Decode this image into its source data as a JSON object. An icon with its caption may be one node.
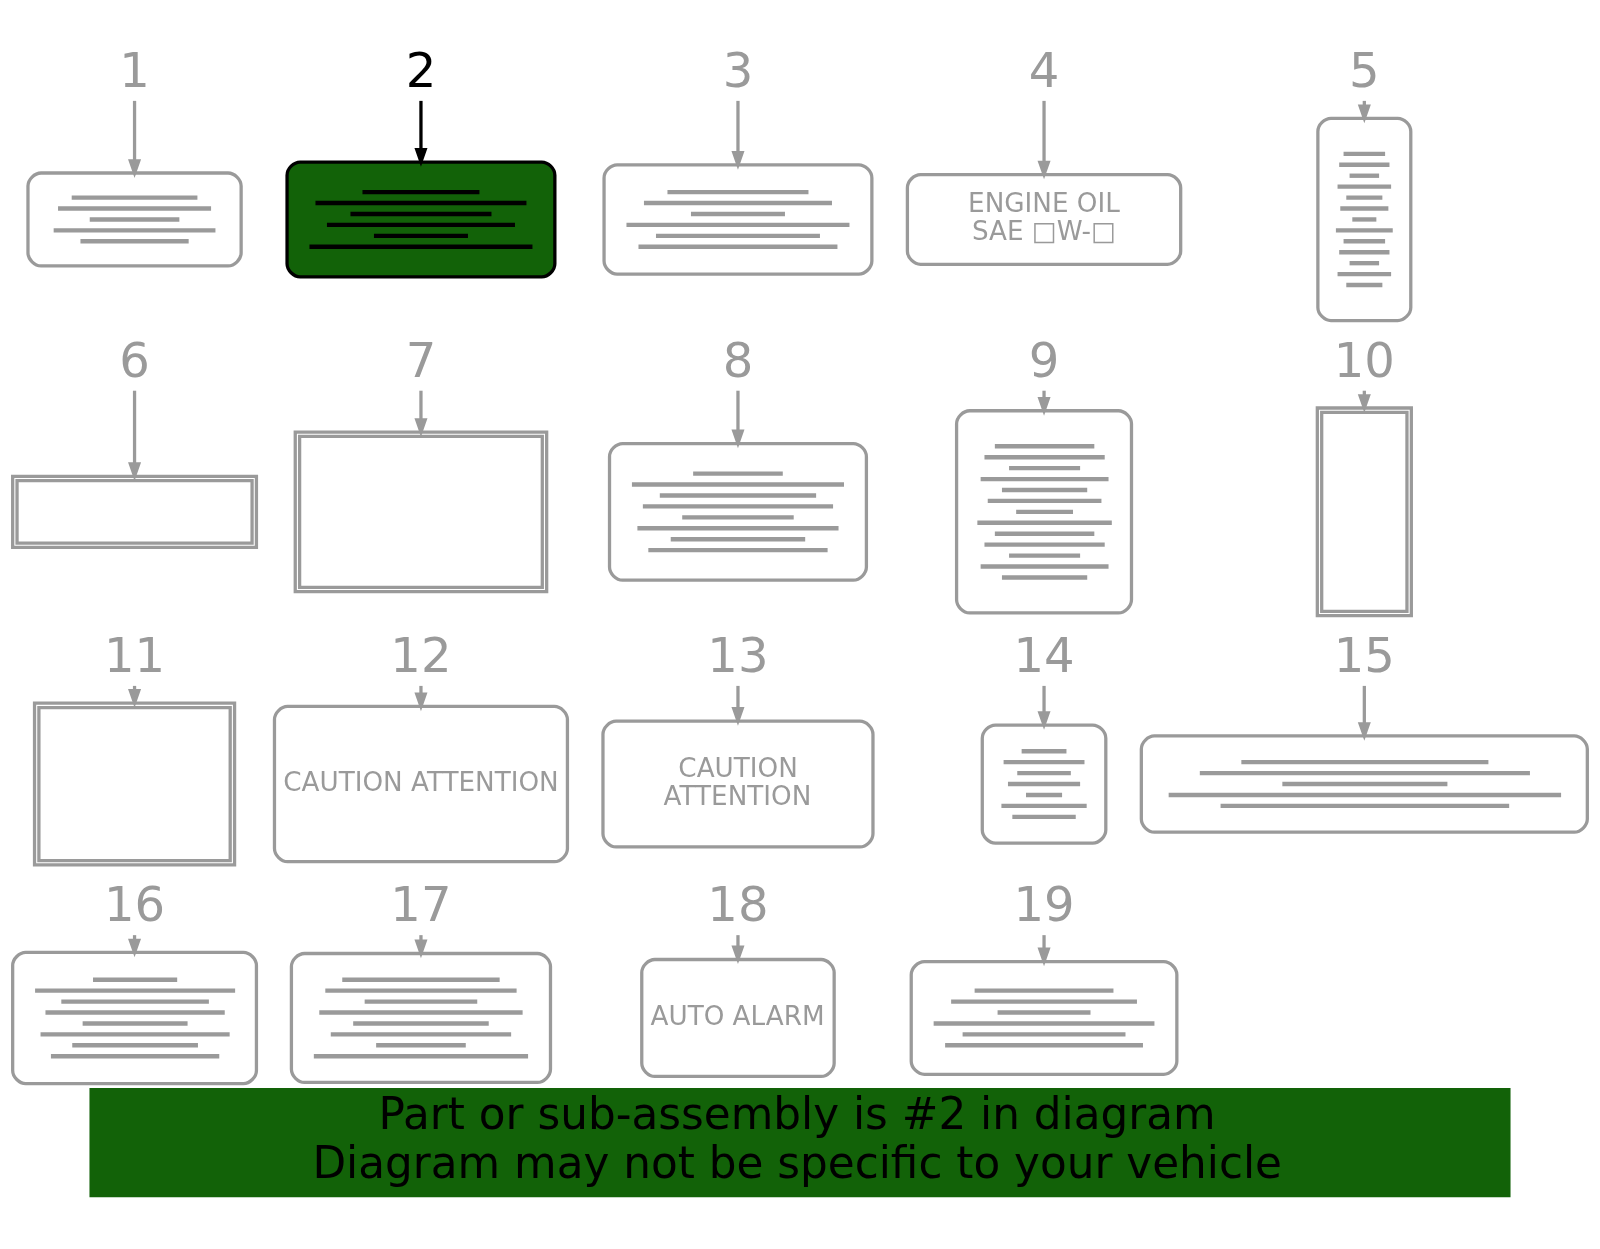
{
  "diagram": {
    "caption": "Part or sub-assembly is #2 in diagram Diagram may not be specific to your vehicle",
    "nodes": [
      {
        "text": [
          "1"
        ]
      },
      {
        "text": [],
        "shape": "picture"
      },
      {
        "text": [
          "2"
        ]
      },
      {
        "text": [],
        "shape": "picture"
      },
      {
        "text": [
          "3"
        ]
      },
      {
        "text": [],
        "shape": "picture"
      },
      {
        "text": [
          "4"
        ]
      },
      {
        "text": [
          "ENGINE OIL",
          "SAE □W-□"
        ]
      },
      {
        "text": [
          "5"
        ]
      },
      {
        "text": [],
        "shape": "picture"
      },
      {
        "text": [
          "6"
        ]
      },
      {
        "text": [],
        "shape": "box"
      },
      {
        "text": [
          "7"
        ]
      },
      {
        "text": [],
        "shape": "box"
      },
      {
        "text": [
          "8"
        ]
      },
      {
        "text": [],
        "shape": "picture"
      },
      {
        "text": [
          "9"
        ]
      },
      {
        "text": [],
        "shape": "picture"
      },
      {
        "text": [
          "10"
        ]
      },
      {
        "text": [],
        "shape": "box"
      },
      {
        "text": [
          "11"
        ]
      },
      {
        "text": [],
        "shape": "box"
      },
      {
        "text": [
          "12"
        ]
      },
      {
        "text": [
          "CAUTION ATTENTION"
        ]
      },
      {
        "text": [
          "13"
        ]
      },
      {
        "text": [
          "CAUTION",
          "ATTENTION"
        ]
      },
      {
        "text": [
          "14"
        ]
      },
      {
        "text": [],
        "shape": "picture"
      },
      {
        "text": [
          "15"
        ]
      },
      {
        "text": [],
        "shape": "picture"
      },
      {
        "text": [
          "16"
        ]
      },
      {
        "text": [],
        "shape": "picture"
      },
      {
        "text": [
          "17"
        ]
      },
      {
        "text": [],
        "shape": "picture"
      },
      {
        "text": [
          "18"
        ]
      },
      {
        "text": [
          "AUTO ALARM"
        ]
      },
      {
        "text": [
          "19"
        ]
      },
      {
        "text": [],
        "shape": "picture"
      }
    ],
    "edges": [
      {
        "from": 0,
        "to": 1,
        "arrow": "to"
      },
      {
        "from": 2,
        "to": 3,
        "arrow": "to",
        "color": "#000000"
      },
      {
        "from": 4,
        "to": 5,
        "arrow": "to"
      },
      {
        "from": 6,
        "to": 7,
        "arrow": "to"
      },
      {
        "from": 8,
        "to": 9,
        "arrow": "to"
      },
      {
        "from": 10,
        "to": 11,
        "arrow": "to"
      },
      {
        "from": 12,
        "to": 13,
        "arrow": "to"
      },
      {
        "from": 14,
        "to": 15,
        "arrow": "to"
      },
      {
        "from": 16,
        "to": 17,
        "arrow": "to"
      },
      {
        "from": 18,
        "to": 19,
        "arrow": "to"
      },
      {
        "from": 20,
        "to": 21,
        "arrow": "to"
      },
      {
        "from": 22,
        "to": 23,
        "arrow": "to"
      },
      {
        "from": 24,
        "to": 25,
        "arrow": "to"
      },
      {
        "from": 26,
        "to": 27,
        "arrow": "to"
      },
      {
        "from": 28,
        "to": 29,
        "arrow": "to"
      },
      {
        "from": 30,
        "to": 31,
        "arrow": "to"
      },
      {
        "from": 32,
        "to": 33,
        "arrow": "to"
      },
      {
        "from": 34,
        "to": 35,
        "arrow": "to"
      },
      {
        "from": 36,
        "to": 37,
        "arrow": "to"
      }
    ]
  }
}
